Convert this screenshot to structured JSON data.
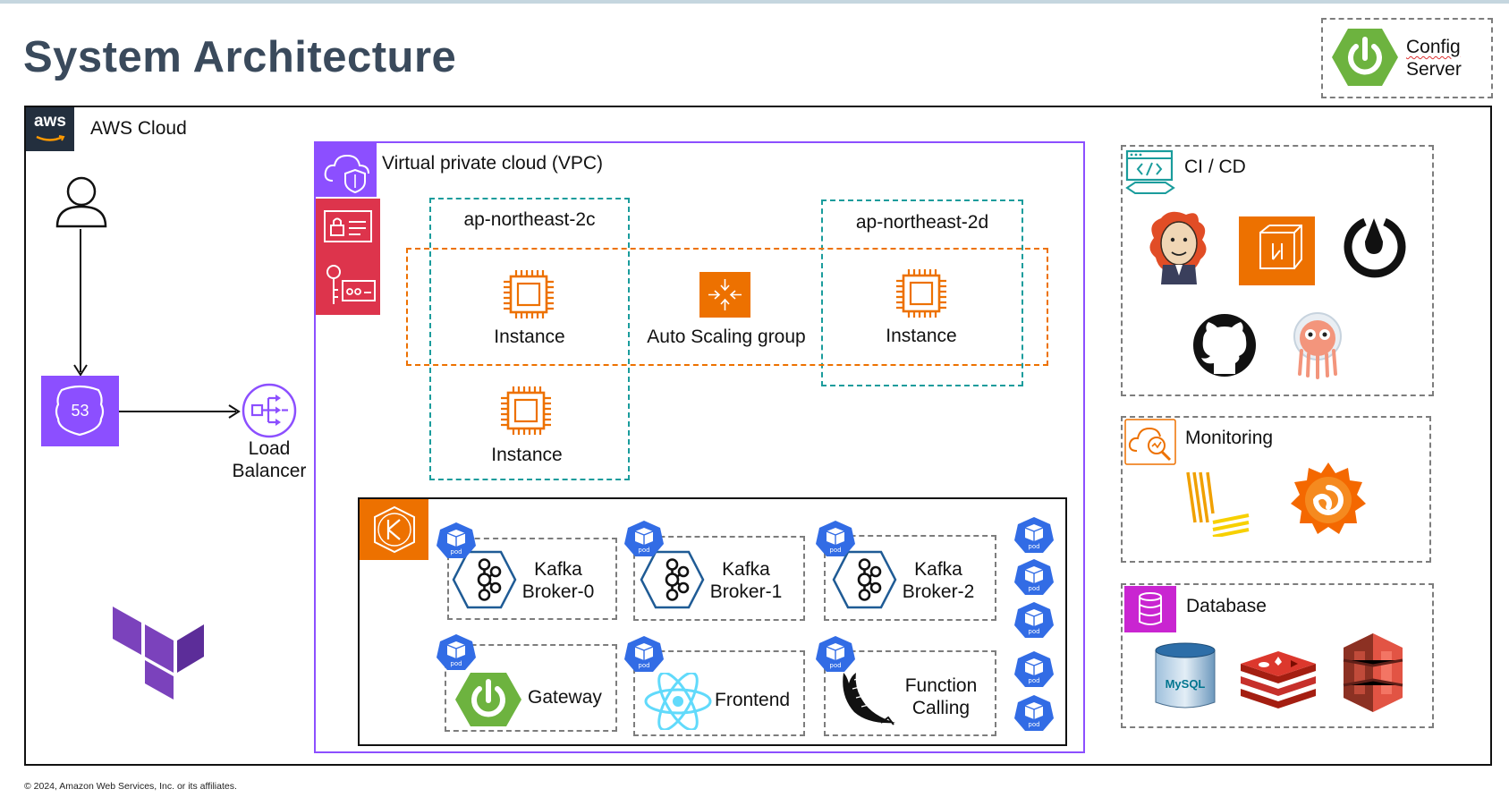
{
  "title": "System Architecture",
  "config_server": {
    "line1": "Config",
    "line2": "Server"
  },
  "aws_cloud": {
    "label": "AWS Cloud",
    "logo_text": "aws"
  },
  "route53": {
    "label": "53"
  },
  "load_balancer": {
    "line1": "Load",
    "line2": "Balancer"
  },
  "vpc": {
    "label": "Virtual private cloud (VPC)"
  },
  "zones": {
    "zone_c": "ap-northeast-2c",
    "zone_d": "ap-northeast-2d"
  },
  "instances": {
    "instance_c1": "Instance",
    "instance_c2": "Instance",
    "instance_d": "Instance"
  },
  "auto_scaling": {
    "label": "Auto Scaling group"
  },
  "eks": {
    "pods": [
      {
        "line1": "Kafka",
        "line2": "Broker-0"
      },
      {
        "line1": "Kafka",
        "line2": "Broker-1"
      },
      {
        "line1": "Kafka",
        "line2": "Broker-2"
      }
    ],
    "gateway": "Gateway",
    "frontend": "Frontend",
    "function_calling": {
      "line1": "Function",
      "line2": "Calling"
    },
    "pod_badge": "pod"
  },
  "cicd": {
    "label": "CI / CD"
  },
  "monitoring": {
    "label": "Monitoring"
  },
  "database": {
    "label": "Database",
    "mysql_text": "MySQL"
  },
  "copyright": "© 2024, Amazon Web Services, Inc. or its affiliates.",
  "colors": {
    "title": "#3a4a5c",
    "vpc": "#8c4fff",
    "route53": "#8c4fff",
    "security": "#dd344c",
    "compute": "#ed7100",
    "teal": "#1a9c9c",
    "database": "#c925d1",
    "spring": "#6db33f",
    "pod": "#326ce5",
    "aws_dark": "#232f3e"
  }
}
